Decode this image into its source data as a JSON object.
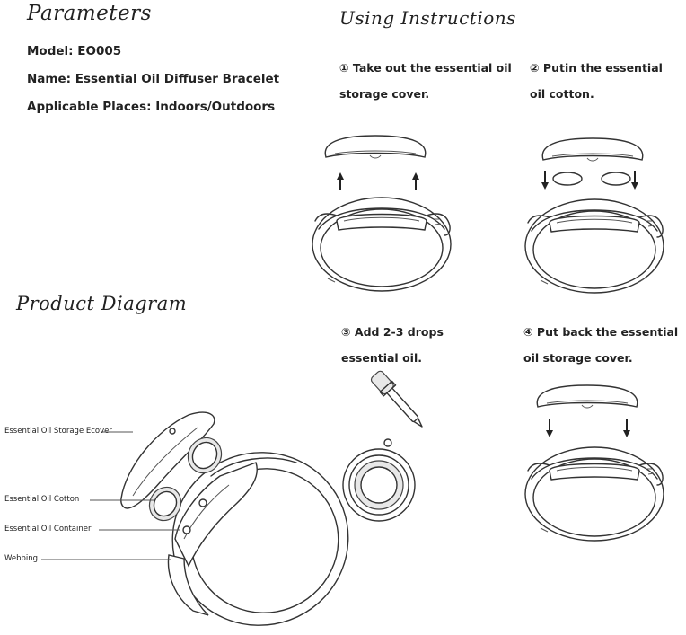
{
  "parameters": {
    "title": "Parameters",
    "model": "Model: EO005",
    "name": "Name: Essential Oil Diffuser Bracelet",
    "places": "Applicable Places: Indoors/Outdoors"
  },
  "instructions": {
    "title": "Using Instructions",
    "steps": [
      {
        "line1": "① Take out the essential oil",
        "line2": "storage cover."
      },
      {
        "line1": "② Putin the essential",
        "line2": "oil cotton."
      },
      {
        "line1": "③ Add 2-3 drops",
        "line2": "essential oil."
      },
      {
        "line1": "④ Put back the essential",
        "line2": "oil storage cover."
      }
    ]
  },
  "diagram": {
    "title": "Product Diagram",
    "labels": {
      "cover": "Essential Oil Storage Ecover",
      "cotton": "Essential Oil Cotton",
      "container": "Essential Oil Container",
      "webbing": "Webbing"
    }
  }
}
